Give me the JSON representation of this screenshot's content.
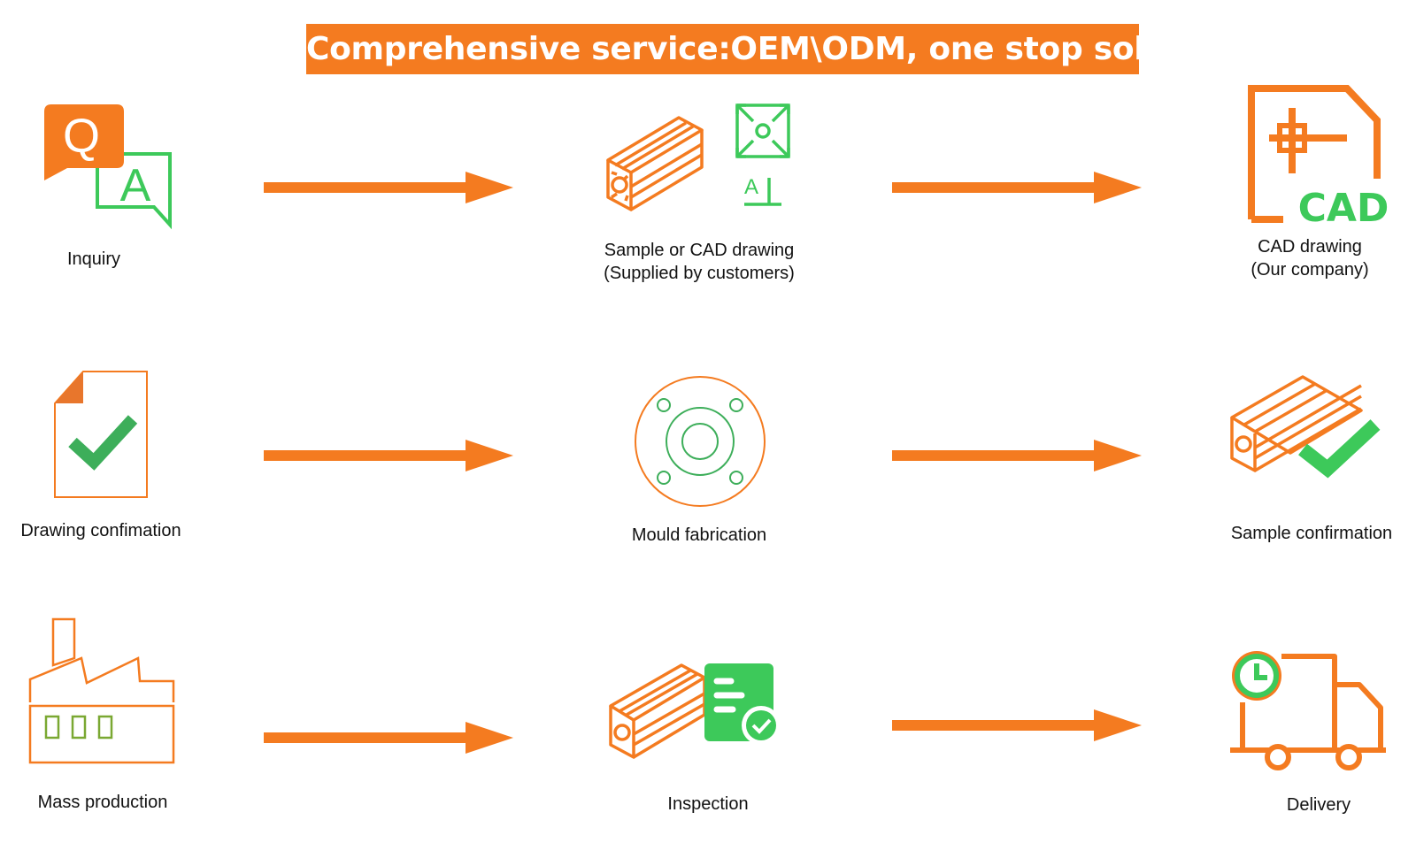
{
  "title": "Comprehensive service:OEM\\ODM, one stop solution",
  "colors": {
    "accent": "#f47b20",
    "green": "#3dc95a",
    "text": "#111111"
  },
  "stages": [
    {
      "id": "inquiry",
      "label": "Inquiry",
      "icon": "qa-chat-icon"
    },
    {
      "id": "sample",
      "label": "Sample or CAD drawing",
      "sublabel": "(Supplied by customers)",
      "icon": "aluminum-profile-measure-icon"
    },
    {
      "id": "cad",
      "label": "CAD drawing",
      "sublabel": "(Our company)",
      "icon": "cad-document-icon"
    },
    {
      "id": "drawing-confirm",
      "label": "Drawing confimation",
      "icon": "document-check-icon"
    },
    {
      "id": "mould",
      "label": "Mould fabrication",
      "icon": "mould-die-icon"
    },
    {
      "id": "sample-confirm",
      "label": "Sample confirmation",
      "icon": "profile-check-icon"
    },
    {
      "id": "mass",
      "label": "Mass production",
      "icon": "factory-icon"
    },
    {
      "id": "inspection",
      "label": "Inspection",
      "icon": "profile-report-icon"
    },
    {
      "id": "delivery",
      "label": "Delivery",
      "icon": "delivery-truck-icon"
    }
  ],
  "icon_text": {
    "q": "Q",
    "a": "A",
    "cad": "CAD",
    "a_small": "A"
  }
}
